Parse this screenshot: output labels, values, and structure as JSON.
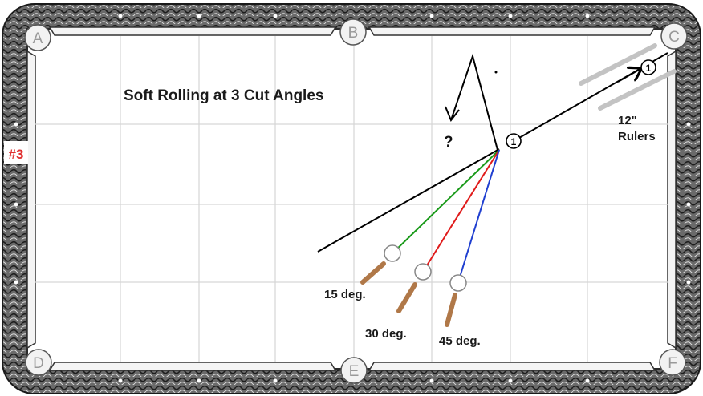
{
  "title": "Soft Rolling at 3 Cut Angles",
  "diagram_number": "#3",
  "pockets": [
    "A",
    "B",
    "C",
    "D",
    "E",
    "F"
  ],
  "object_ball_label": "1",
  "question_mark": "?",
  "angles": [
    {
      "label": "15 deg.",
      "color": "#1a9a1a"
    },
    {
      "label": "30 deg.",
      "color": "#e01b1b"
    },
    {
      "label": "45 deg.",
      "color": "#1f3fd0"
    }
  ],
  "rulers_label_line1": "12\"",
  "rulers_label_line2": "Rulers",
  "colors": {
    "cue_stick": "#b07848",
    "ruler": "#c3c3c3",
    "rail": "#3c3c3c",
    "grid": "#d6d6d6",
    "number_red": "#e03030"
  }
}
